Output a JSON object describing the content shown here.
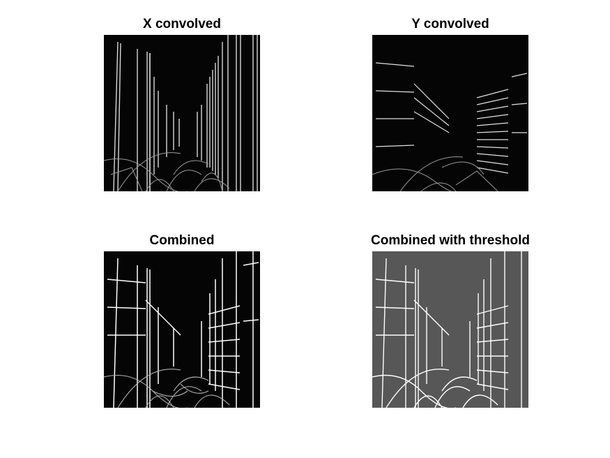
{
  "figure": {
    "panels": [
      {
        "title": "X convolved",
        "image": "edge-map-x-gradient"
      },
      {
        "title": "Y convolved",
        "image": "edge-map-y-gradient"
      },
      {
        "title": "Combined",
        "image": "edge-map-gradient-magnitude"
      },
      {
        "title": "Combined with threshold",
        "image": "edge-map-thresholded"
      }
    ]
  }
}
